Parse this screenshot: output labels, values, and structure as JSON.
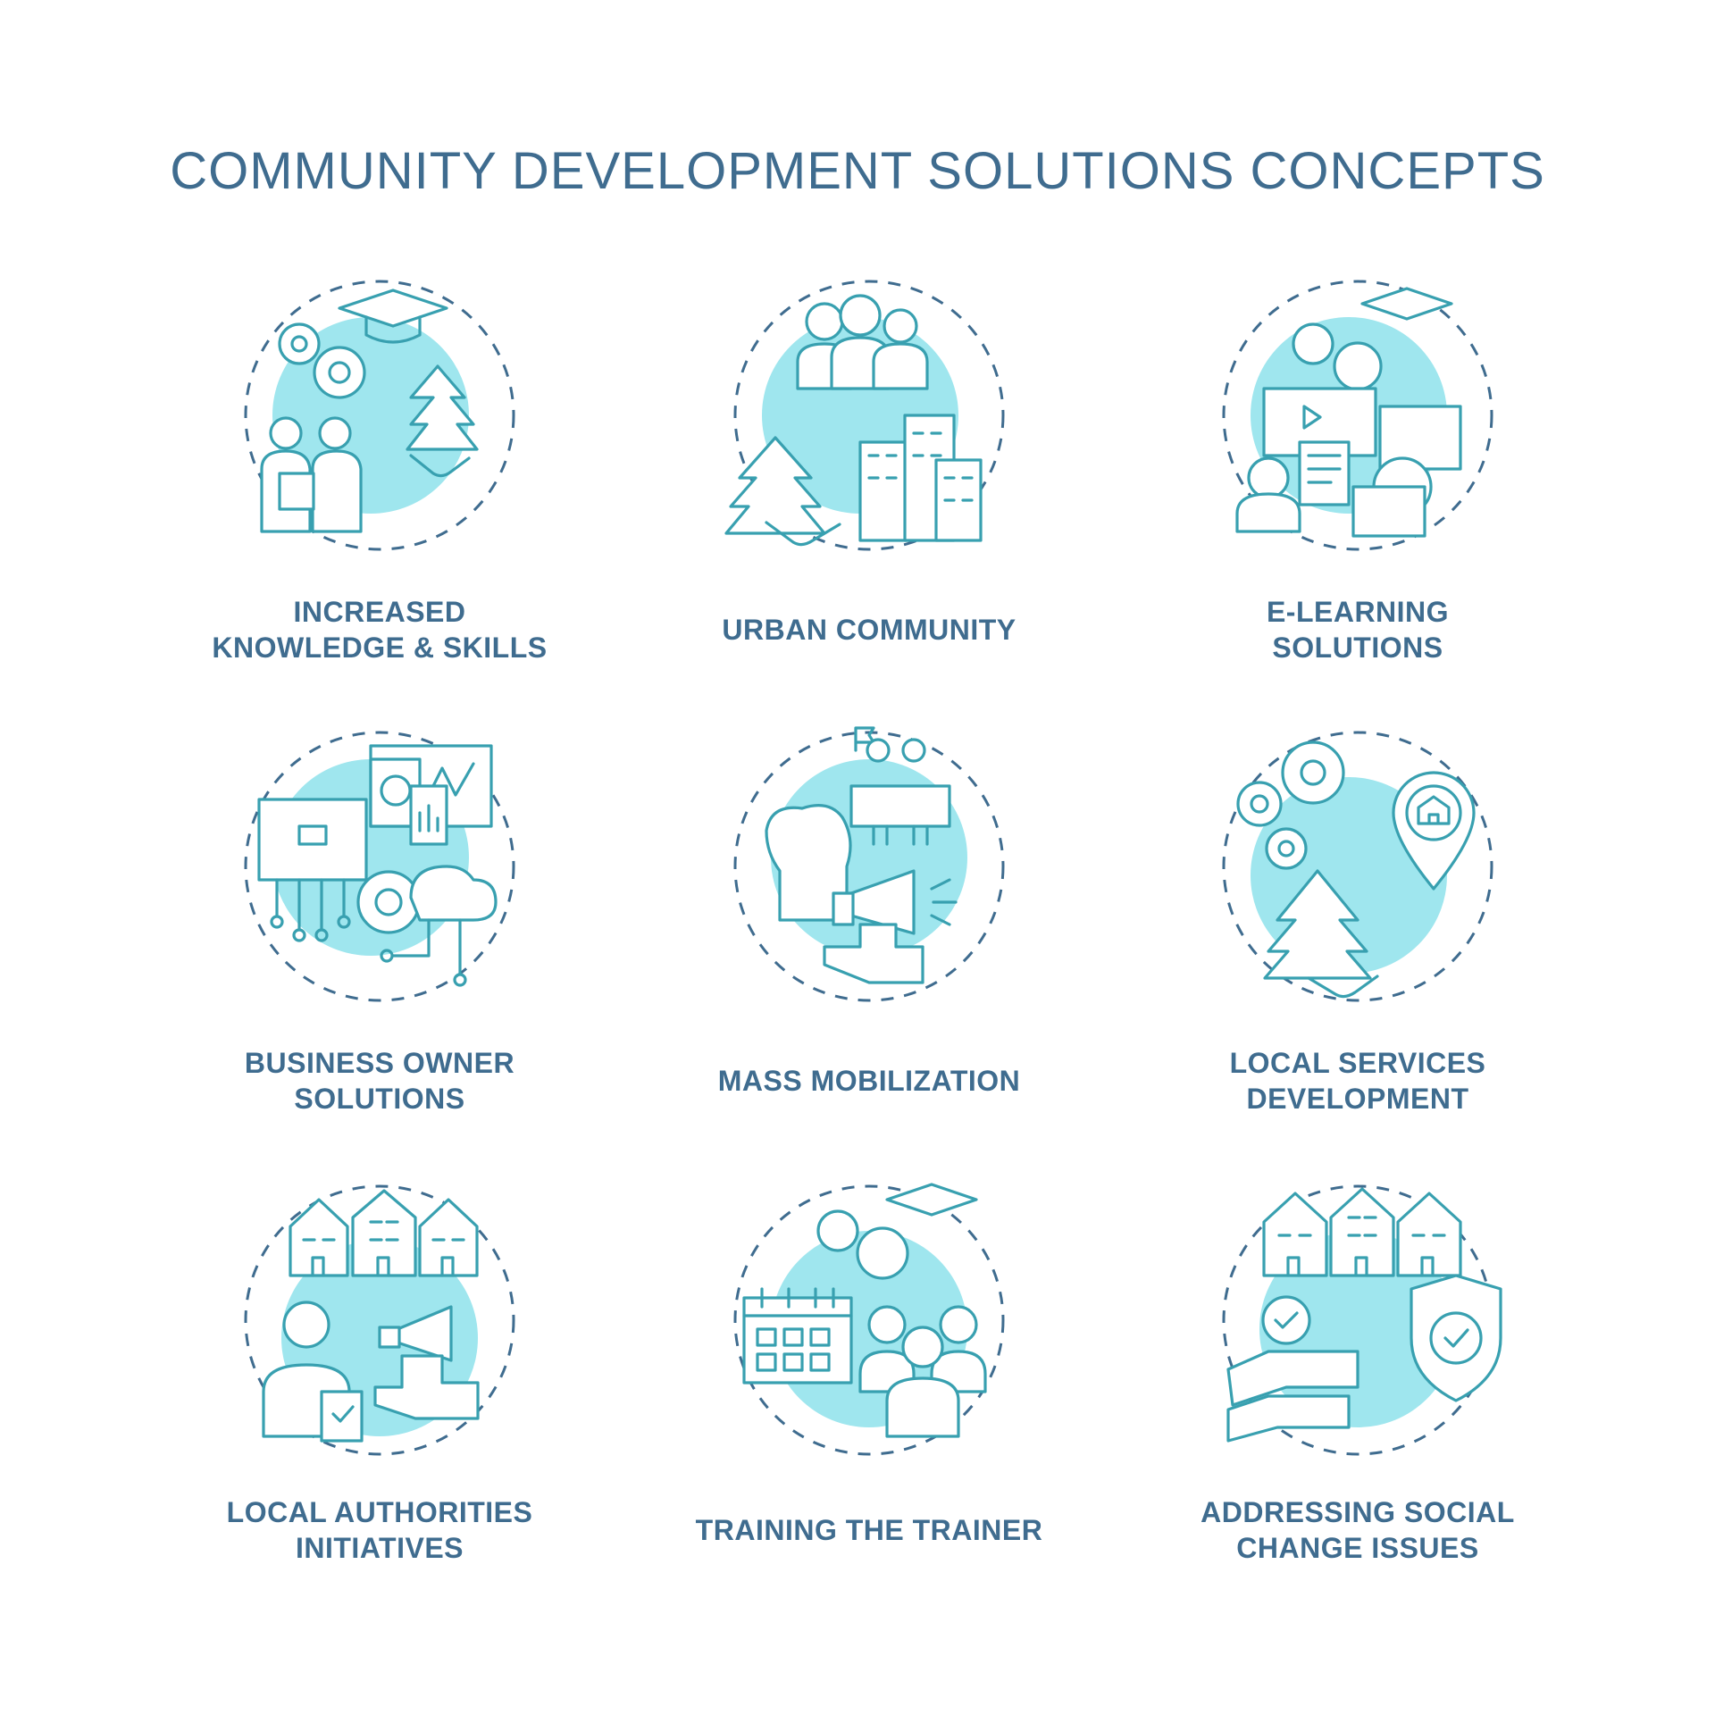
{
  "title": "COMMUNITY DEVELOPMENT SOLUTIONS CONCEPTS",
  "colors": {
    "text": "#3f6c8f",
    "line": "#38a0b0",
    "accent": "#9fe6ee"
  },
  "concepts": [
    {
      "label_lines": [
        "INCREASED",
        "KNOWLEDGE & SKILLS"
      ],
      "icon": "gears-cap-people-handshake-icon"
    },
    {
      "label_lines": [
        "URBAN COMMUNITY"
      ],
      "icon": "people-buildings-handshake-icon"
    },
    {
      "label_lines": [
        "E-LEARNING",
        "SOLUTIONS"
      ],
      "icon": "video-laptop-student-icon"
    },
    {
      "label_lines": [
        "BUSINESS OWNER",
        "SOLUTIONS"
      ],
      "icon": "briefcase-devices-cloud-icon"
    },
    {
      "label_lines": [
        "MASS MOBILIZATION"
      ],
      "icon": "fist-megaphone-banner-icon"
    },
    {
      "label_lines": [
        "LOCAL SERVICES",
        "DEVELOPMENT"
      ],
      "icon": "gears-location-handshake-icon"
    },
    {
      "label_lines": [
        "LOCAL AUTHORITIES",
        "INITIATIVES"
      ],
      "icon": "houses-official-megaphone-icon"
    },
    {
      "label_lines": [
        "TRAINING THE TRAINER"
      ],
      "icon": "calendar-cap-group-icon"
    },
    {
      "label_lines": [
        "ADDRESSING SOCIAL",
        "CHANGE ISSUES"
      ],
      "icon": "houses-hands-shield-icon"
    }
  ]
}
